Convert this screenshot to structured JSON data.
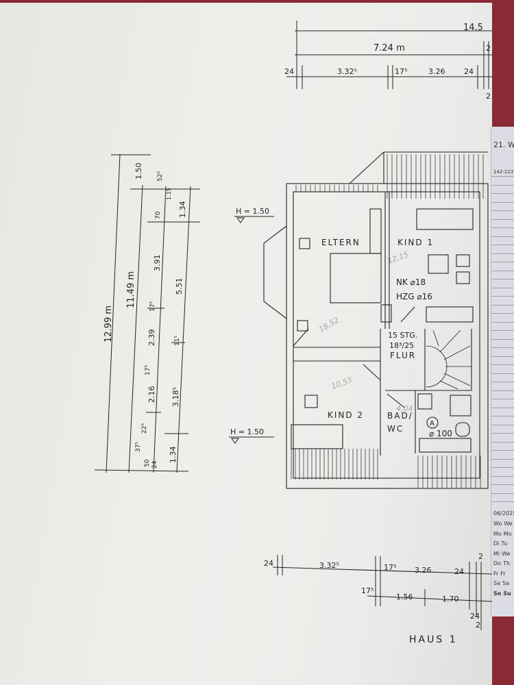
{
  "plan": {
    "rooms": {
      "eltern": "ELTERN",
      "kind1": "KIND 1",
      "kind2": "KIND 2",
      "bad": "BAD/",
      "wc": "WC",
      "flur": "FLUR"
    },
    "stair": {
      "steps": "15 STG.",
      "ratio": "18³/25"
    },
    "notes": {
      "nk": "NK ⌀18",
      "hzg": "HZG ⌀16",
      "drain": "⌀ 100",
      "drain_marker": "A"
    },
    "handwritten": {
      "kind1_area": "12,15",
      "eltern_area": "18,52",
      "kind2_area": "10,53",
      "bad_area": "4,04"
    },
    "heights": [
      "H = 1.50",
      "H = 1.50"
    ],
    "title": "HAUS 1"
  },
  "dims_top": {
    "total": "14.5",
    "width": "7.24 m",
    "a": "24",
    "b": "3.32⁵",
    "c": "17⁵",
    "d": "3.26",
    "e": "24",
    "f": "2",
    "g": "2"
  },
  "dims_bottom": {
    "a": "24",
    "b": "3.32⁵",
    "c": "17⁵",
    "d": "3.26",
    "e": "24",
    "f": "2",
    "g": "17⁵",
    "h": "1.56",
    "i": "1.70",
    "j": "24",
    "k": "2"
  },
  "dims_left": {
    "total": "12.99 m",
    "inner": "11.49 m",
    "d150": "1.50",
    "d525": "52⁵",
    "d115": "1.15",
    "d70": "70",
    "d134a": "1.34",
    "d391": "3.91",
    "d551": "5.51",
    "d175a": "17⁵",
    "d239": "2.39",
    "d115b": "11⁵",
    "d175b": "17⁵",
    "d216": "2.16",
    "d3185": "3.18⁵",
    "d225": "22⁵",
    "d375": "37⁵",
    "d50": "50",
    "d24": "24",
    "d134b": "1.34"
  },
  "calendar": {
    "header": "21. W",
    "code": "142-223",
    "month": "06/2025",
    "days": [
      [
        "Wo",
        "We"
      ],
      [
        "Mo",
        "Mo"
      ],
      [
        "Di",
        "Tu"
      ],
      [
        "Mi",
        "We"
      ],
      [
        "Do",
        "Th"
      ],
      [
        "Fr",
        "Fr"
      ],
      [
        "Sa",
        "Sa"
      ],
      [
        "So",
        "Su"
      ]
    ]
  }
}
